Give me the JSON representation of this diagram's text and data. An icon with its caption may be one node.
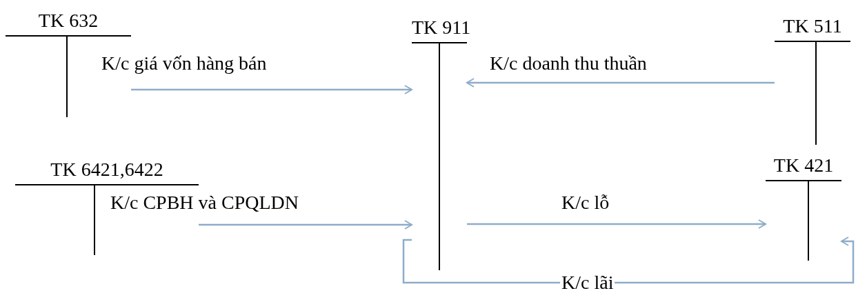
{
  "diagram": {
    "nodes": [
      {
        "text": [
          "TK 632"
        ]
      },
      {
        "text": [
          "TK 911"
        ]
      },
      {
        "text": [
          "TK 511"
        ]
      },
      {
        "text": [
          "TK 6421,6422"
        ]
      },
      {
        "text": [
          "TK 421"
        ]
      }
    ],
    "edges": [
      {
        "from": 0,
        "to": 1,
        "arrow": "to",
        "label": "K/c giá vốn hàng bán"
      },
      {
        "from": 2,
        "to": 1,
        "arrow": "to",
        "label": "K/c doanh thu thuần"
      },
      {
        "from": 3,
        "to": 1,
        "arrow": "to",
        "label": "K/c CPBH và CPQLDN"
      },
      {
        "from": 1,
        "to": 4,
        "arrow": "to",
        "label": "K/c lỗ"
      },
      {
        "from": 1,
        "to": 4,
        "arrow": "to",
        "label": "K/c lãi"
      }
    ]
  }
}
